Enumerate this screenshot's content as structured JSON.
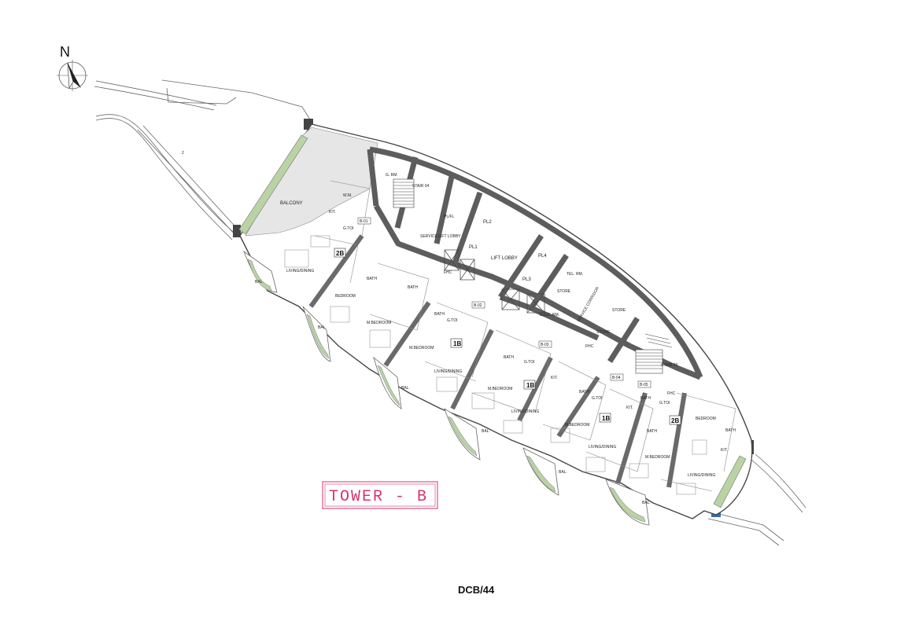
{
  "sheet_code": "DCB/44",
  "tower_label": "TOWER - B",
  "north_label": "N",
  "colors": {
    "wall": "#5d5d5d",
    "planter": "#b9d3a4",
    "accent": "#d6336c",
    "line": "#555555"
  },
  "labels": {
    "balcony": "BALCONY",
    "wm": "W.M.",
    "g_rm": "G. RM.",
    "stair_04": "STAIR 04",
    "kit": "KIT.",
    "g_toi": "G.TOI",
    "pl_fl": "PL/FL",
    "pl2": "PL2",
    "service_lift_lobby": "SERVICE LIFT LOBBY",
    "pl1": "PL1",
    "lift_lobby": "LIFT LOBBY",
    "pl4": "PL4",
    "pl3": "PL3",
    "tel_rm": "TEL. RM.",
    "store": "STORE",
    "elec_rm": "ELEC. RM.",
    "fhc": "FHC",
    "stair_03": "STAIR 03",
    "living_dining": "LIVING/DINING",
    "bath": "BATH",
    "bedroom": "BEDROOM",
    "m_bedroom": "M.BEDROOM",
    "bal": "BAL.",
    "service_corridor": "SERVICE CORRIDOR",
    "road_no": "2"
  },
  "unit_types": {
    "two_bed": "2B",
    "one_bed": "1B"
  },
  "unit_tags": {
    "b01": "B-01",
    "b02": "B-02",
    "b03": "B-03",
    "b04": "B-04",
    "b05": "B-05"
  }
}
